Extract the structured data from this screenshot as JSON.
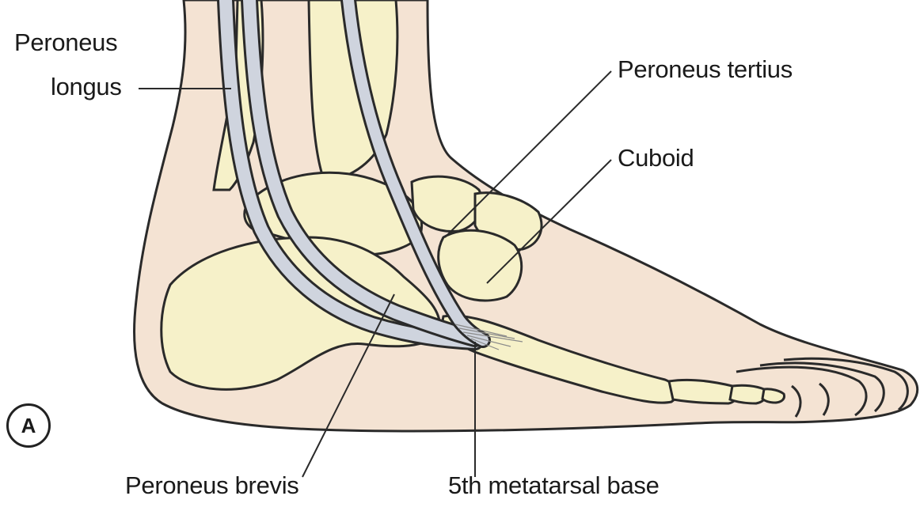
{
  "figure": {
    "panel_badge": "A",
    "labels": {
      "peroneus_longus_line1": "Peroneus",
      "peroneus_longus_line2": "longus",
      "peroneus_tertius": "Peroneus tertius",
      "cuboid": "Cuboid",
      "peroneus_brevis": "Peroneus brevis",
      "fifth_metatarsal_base": "5th metatarsal base"
    },
    "colors": {
      "skin": "#f4e3d3",
      "bone": "#f6f1c9",
      "tendon": "#cfd4de",
      "outline": "#2a2a2a"
    }
  }
}
